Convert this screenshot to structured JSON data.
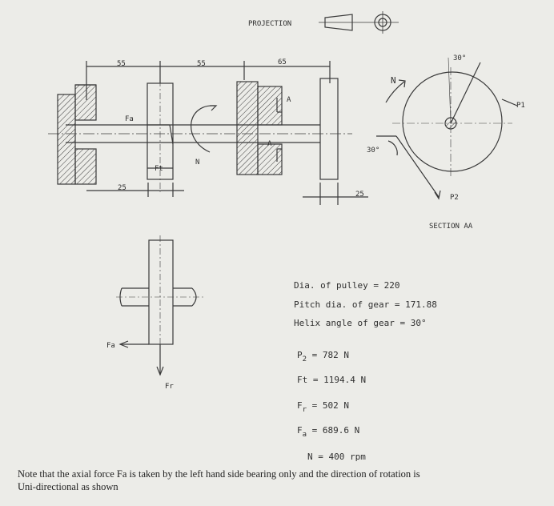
{
  "drawing": {
    "projection_label": "PROJECTION",
    "dimensions": {
      "d1": "55",
      "d2": "55",
      "d3": "65",
      "d4": "25",
      "d5": "25"
    },
    "angles": {
      "top": "30°",
      "left": "30°"
    },
    "labels": {
      "N": "N",
      "P1": "P1",
      "P2": "P2",
      "Fa_top": "Fa",
      "Ft": "Ft",
      "N_small": "N",
      "A_upper": "A",
      "A_lower": "A",
      "section": "SECTION AA",
      "Fa_side": "Fa",
      "Fr_side": "Fr"
    }
  },
  "specs": {
    "pulley_dia": {
      "label": "Dia. of pulley",
      "eq": "=",
      "value": "220"
    },
    "pitch_dia": {
      "label": "Pitch dia. of gear",
      "eq": "=",
      "value": "171.88"
    },
    "helix_angle": {
      "label": "Helix angle of gear",
      "eq": "=",
      "value": "30°"
    }
  },
  "forces": {
    "p2": {
      "sym": "P",
      "sub": "2",
      "eq": "=",
      "value": "782 N"
    },
    "ft": {
      "sym": "Ft",
      "sub": "",
      "eq": "=",
      "value": "1194.4 N"
    },
    "fr": {
      "sym": "F",
      "sub": "r",
      "eq": "=",
      "value": "502 N"
    },
    "fa": {
      "sym": "F",
      "sub": "a",
      "eq": "=",
      "value": "689.6 N"
    },
    "n": {
      "sym": "N",
      "sub": "",
      "eq": "=",
      "value": "400 rpm"
    }
  },
  "note": {
    "line1": "Note that the axial force Fa is taken by the left hand side bearing only and the direction of rotation is",
    "line2": "Uni-directional as shown"
  }
}
